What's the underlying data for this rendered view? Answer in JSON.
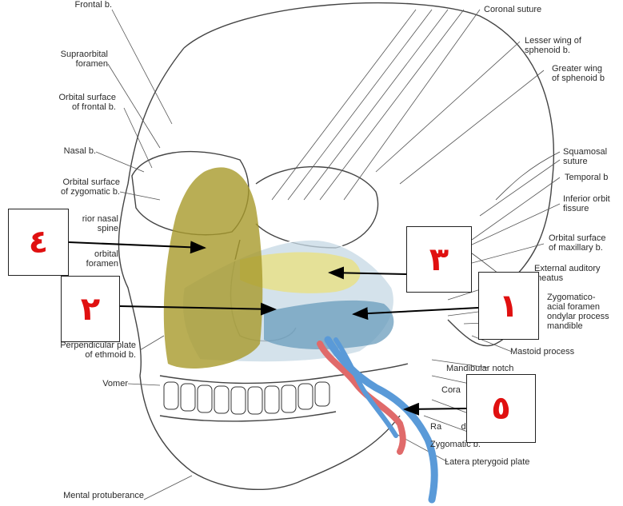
{
  "labels_left": [
    {
      "key": "frontal",
      "text": "Frontal b."
    },
    {
      "key": "supraorbital",
      "text": "Supraorbital\nforamen"
    },
    {
      "key": "orbital_frontal",
      "text": "Orbital surface\nof frontal b."
    },
    {
      "key": "nasal",
      "text": "Nasal b."
    },
    {
      "key": "orbital_zygomatic",
      "text": "Orbital surface\nof zygomatic b."
    },
    {
      "key": "nasal_spine",
      "text": "rior nasal\nspine"
    },
    {
      "key": "infraorbital",
      "text": "orbital\nforamen"
    },
    {
      "key": "perpendicular",
      "text": "Perpendicular plate\nof ethmoid b."
    },
    {
      "key": "vomer",
      "text": "Vomer"
    },
    {
      "key": "mental",
      "text": "Mental protuberance"
    }
  ],
  "labels_right": [
    {
      "key": "coronal",
      "text": "Coronal suture"
    },
    {
      "key": "lesser_wing",
      "text": "Lesser wing of\nsphenoid b."
    },
    {
      "key": "greater_wing",
      "text": "Greater wing\nof sphenoid b"
    },
    {
      "key": "squamosal",
      "text": "Squamosal\nsuture"
    },
    {
      "key": "temporal",
      "text": "Temporal b"
    },
    {
      "key": "inferior_orbital",
      "text": "Inferior orbit\nfissure"
    },
    {
      "key": "orbital_maxillary",
      "text": "Orbital surface\nof maxillary b."
    },
    {
      "key": "auditory",
      "text": "External auditory\nmeatus"
    },
    {
      "key": "zygomatico",
      "text": "Zygomatico-\nacial foramen"
    },
    {
      "key": "condylar",
      "text": "ondylar process\nmandible"
    },
    {
      "key": "mastoid",
      "text": "Mastoid process"
    },
    {
      "key": "mandibular_notch",
      "text": "Mandibular notch"
    },
    {
      "key": "coronoid",
      "text": "Cora        s of mandible"
    },
    {
      "key": "ramus",
      "text": "Ra        dible"
    },
    {
      "key": "zygomatic",
      "text": "Zygomatic b."
    },
    {
      "key": "pterygoid",
      "text": "Latera pterygoid plate"
    }
  ],
  "boxes": [
    {
      "key": "b4",
      "text": "٤"
    },
    {
      "key": "b3",
      "text": "٣"
    },
    {
      "key": "b2",
      "text": "٢"
    },
    {
      "key": "b1",
      "text": "١"
    },
    {
      "key": "b5",
      "text": "٥"
    }
  ],
  "colors": {
    "region4": "#a89a2a",
    "region3": "#e8e08a",
    "region2": "#c6d8e4",
    "region1": "#6a9cbc",
    "artery": "#e06a6a",
    "vein": "#5a9ad8",
    "box_text": "#e01010"
  }
}
